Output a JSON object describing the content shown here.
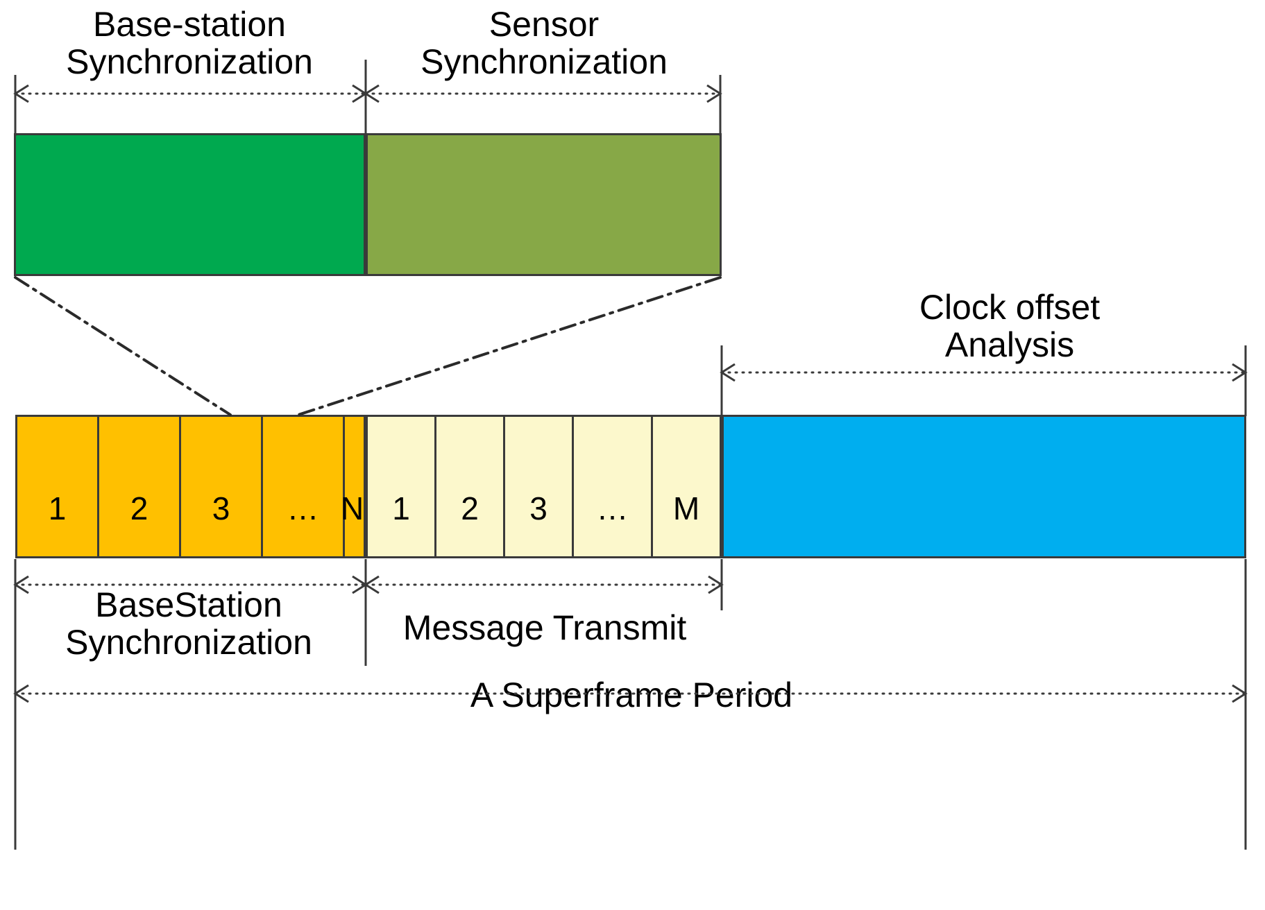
{
  "title": "Superframe structure diagram",
  "colors": {
    "base_station_sync_green": "#00A94F",
    "sensor_sync_olive": "#87A847",
    "base_station_slot_orange": "#FFC000",
    "message_slot_pale_yellow": "#FCF8CC",
    "clock_offset_blue": "#00AEEF",
    "stroke": "#3a3a3a",
    "text": "#000000"
  },
  "top_section": {
    "labels": {
      "base_station_sync": "Base-station\nSynchronization",
      "sensor_sync": "Sensor\nSynchronization"
    },
    "bars": [
      {
        "name": "base-station-synchronization-bar",
        "label": "Base-station Synchronization"
      },
      {
        "name": "sensor-synchronization-bar",
        "label": "Sensor Synchronization"
      }
    ]
  },
  "mid_section": {
    "labels": {
      "clock_offset_analysis": "Clock offset\nAnalysis"
    }
  },
  "timeline": {
    "base_station_slots": [
      {
        "label": "1"
      },
      {
        "label": "2"
      },
      {
        "label": "3"
      },
      {
        "label": "…"
      },
      {
        "label": "N"
      }
    ],
    "message_slots": [
      {
        "label": "1"
      },
      {
        "label": "2"
      },
      {
        "label": "3"
      },
      {
        "label": "…"
      },
      {
        "label": "M"
      }
    ],
    "clock_offset_block": {
      "label": ""
    }
  },
  "bottom_labels": {
    "base_station_sync": "BaseStation\nSynchronization",
    "message_transmit": "Message Transmit",
    "superframe_period": "A Superframe Period"
  }
}
